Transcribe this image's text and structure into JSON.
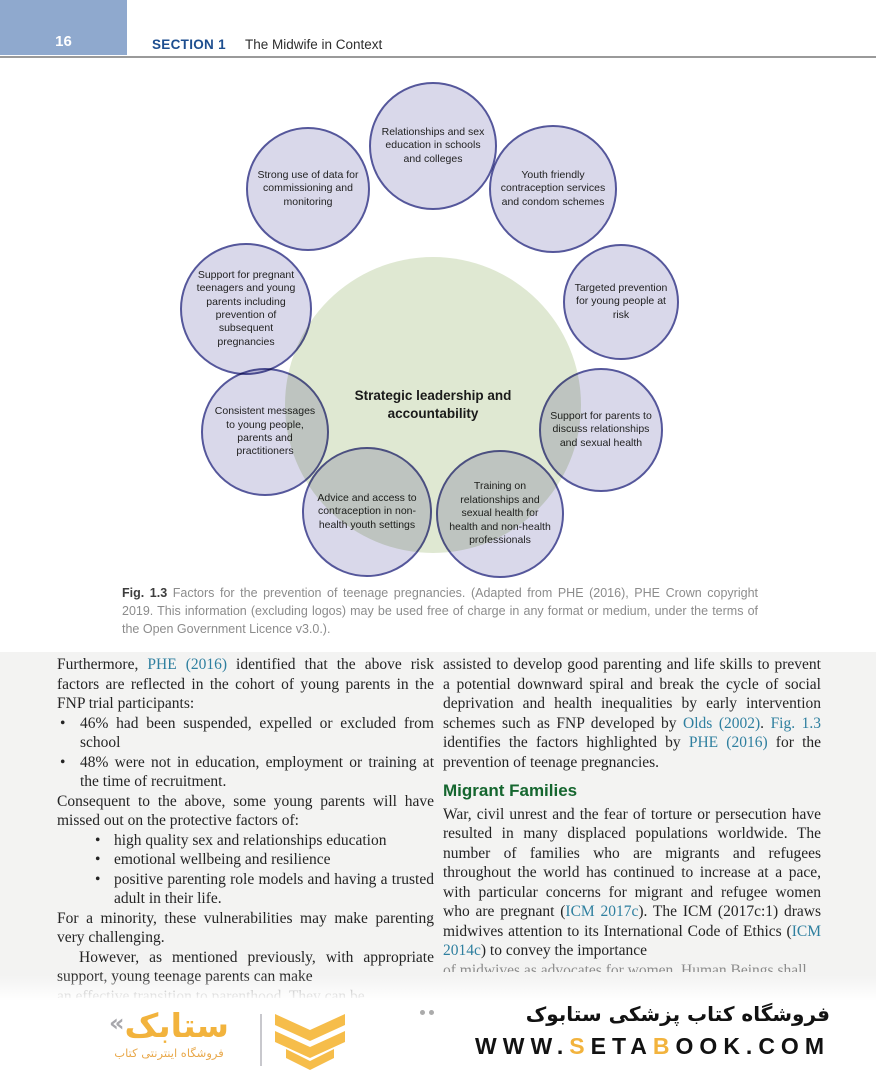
{
  "header": {
    "page_number": "16",
    "section_label": "SECTION 1",
    "section_title": "The Midwife in Context"
  },
  "diagram": {
    "center_label": "Strategic leadership and accountability",
    "circles": [
      "Relationships and sex education in schools and colleges",
      "Strong use of data for commissioning and monitoring",
      "Youth friendly contraception services and condom schemes",
      "Support for pregnant teenagers and young parents including prevention of subsequent pregnancies",
      "Targeted prevention for young people at risk",
      "Consistent messages to young people, parents and practitioners",
      "Support for parents to discuss relationships and sexual health",
      "Advice and access to contraception in non-health youth settings",
      "Training on relationships and sexual health for health and non-health professionals"
    ]
  },
  "caption": {
    "label": "Fig. 1.3",
    "text": " Factors for the prevention of teenage pregnancies. (Adapted from PHE (2016), PHE Crown copyright 2019. This information (excluding logos) may be used free of charge in any format or medium, under the terms of the Open Government Licence v3.0.)."
  },
  "columns": {
    "left": {
      "blocks": [
        {
          "type": "p",
          "segments": [
            {
              "text": "Furthermore, "
            },
            {
              "text": "PHE (2016)",
              "style": "link"
            },
            {
              "text": " identified that the above risk factors are reflected in the cohort of young parents in the FNP trial participants:"
            }
          ]
        },
        {
          "type": "ul",
          "variant": "flush",
          "items": [
            "46% had been suspended, expelled or excluded from school",
            "48% were not in education, employment or training at the time of recruitment."
          ]
        },
        {
          "type": "p",
          "segments": [
            {
              "text": "Consequent to the above, some young parents will have missed out on the protective factors of:"
            }
          ]
        },
        {
          "type": "ul",
          "variant": "indented",
          "items": [
            "high quality sex and relationships education",
            "emotional wellbeing and resilience",
            "positive parenting role models and having a trusted adult in their life."
          ]
        },
        {
          "type": "p",
          "segments": [
            {
              "text": "For a minority, these vulnerabilities may make parenting very challenging."
            }
          ]
        },
        {
          "type": "p",
          "indent": true,
          "segments": [
            {
              "text": "However, as mentioned previously, with appropriate support, young teenage parents can make"
            }
          ]
        },
        {
          "type": "cut",
          "segments": [
            {
              "text": "an effective transition to parenthood. They can be"
            }
          ]
        }
      ]
    },
    "right": {
      "blocks": [
        {
          "type": "p",
          "segments": [
            {
              "text": "assisted to develop good parenting and life skills to prevent a potential downward spiral and break the cycle of social deprivation and health inequalities by early intervention schemes such as FNP developed by "
            },
            {
              "text": "Olds (2002)",
              "style": "link"
            },
            {
              "text": ". "
            },
            {
              "text": "Fig. 1.3",
              "style": "link"
            },
            {
              "text": " identifies the factors highlighted by "
            },
            {
              "text": "PHE (2016)",
              "style": "link"
            },
            {
              "text": " for the prevention of teenage pregnancies."
            }
          ]
        },
        {
          "type": "h2",
          "segments": [
            {
              "text": "Migrant Families"
            }
          ]
        },
        {
          "type": "p",
          "segments": [
            {
              "text": "War, civil unrest and the fear of torture or persecution have resulted in many displaced populations worldwide. The number of families who are migrants and refugees throughout the world has continued to increase at a pace, with particular concerns for migrant and refugee women who are pregnant ("
            },
            {
              "text": "ICM 2017c",
              "style": "link"
            },
            {
              "text": "). The ICM (2017c:1) draws midwives attention to its International Code of Ethics ("
            },
            {
              "text": "ICM 2014c",
              "style": "link"
            },
            {
              "text": ") to convey the importance"
            }
          ]
        },
        {
          "type": "cut",
          "segments": [
            {
              "text": "of midwives as advocates for women. Human Beings shall"
            }
          ]
        }
      ]
    }
  },
  "footer": {
    "logo_mark": "«",
    "logo_text": "ستابک",
    "logo_sub": "فروشگاه اینترنتی کتاب",
    "tagline_fa": "فروشگاه کتاب پزشکی ستابوک",
    "url_segments": [
      {
        "text": "WWW.",
        "accent": false
      },
      {
        "text": "S",
        "accent": true
      },
      {
        "text": "ETA",
        "accent": false
      },
      {
        "text": "B",
        "accent": true
      },
      {
        "text": "OOK.COM",
        "accent": false
      }
    ]
  },
  "colors": {
    "accent_gold": "#F2B33D",
    "link_teal": "#2E7F9F",
    "heading_green": "#15662F",
    "section_blue": "#1D4E8F",
    "pagebox_blue": "#8FA9CE",
    "circle_fill": "#D9D8EA",
    "circle_border": "#55579B",
    "center_green": "#DFE8D2"
  }
}
